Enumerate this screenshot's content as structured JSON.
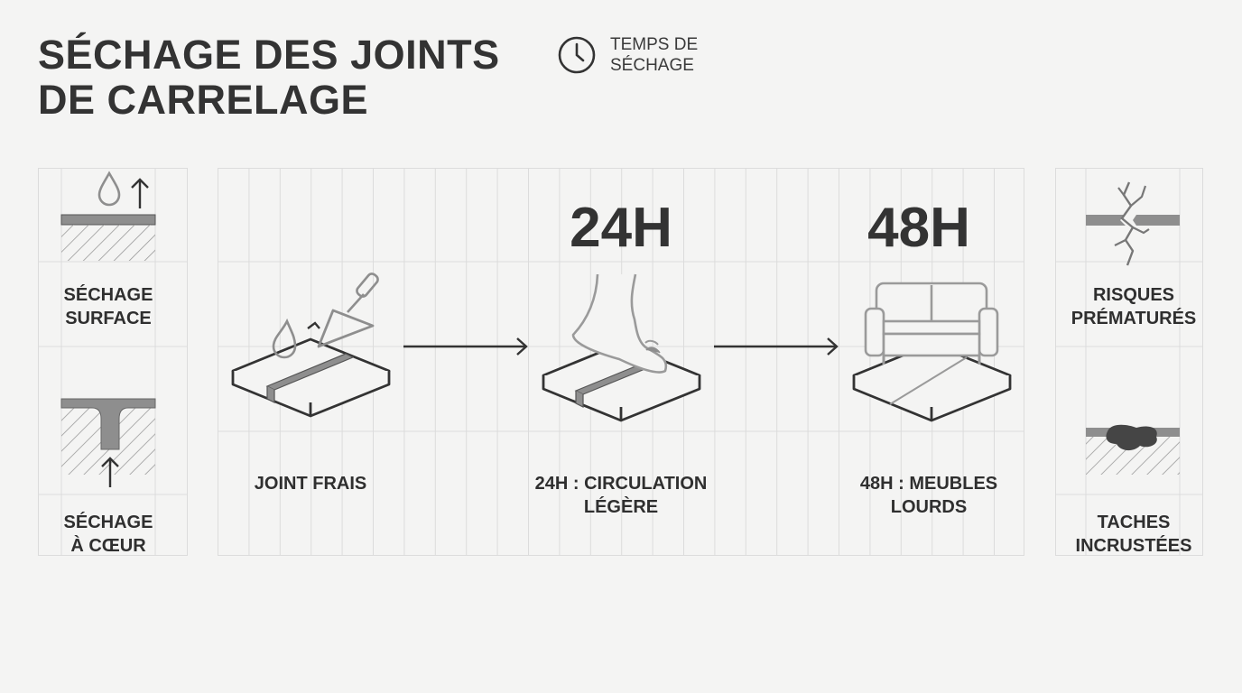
{
  "header": {
    "title_line1": "SÉCHAGE DES JOINTS",
    "title_line2": "DE CARRELAGE",
    "badge_line1": "TEMPS DE",
    "badge_line2": "SÉCHAGE",
    "badge_icon": "clock-icon"
  },
  "left_panel": {
    "surface_line1": "SÉCHAGE",
    "surface_line2": "SURFACE",
    "core_line1": "SÉCHAGE",
    "core_line2": "À CŒUR"
  },
  "timeline": {
    "steps": [
      {
        "time": "",
        "label_line1": "JOINT FRAIS",
        "label_line2": "",
        "icon": "trowel-drop-icon"
      },
      {
        "time": "24H",
        "label_line1": "24H : CIRCULATION",
        "label_line2": "LÉGÈRE",
        "icon": "foot-icon"
      },
      {
        "time": "48H",
        "label_line1": "48H : MEUBLES",
        "label_line2": "LOURDS",
        "icon": "sofa-icon"
      }
    ]
  },
  "right_panel": {
    "risk_line1": "RISQUES",
    "risk_line2": "PRÉMATURÉS",
    "stain_line1": "TACHES",
    "stain_line2": "INCRUSTÉES"
  },
  "colors": {
    "background": "#f4f4f3",
    "ink": "#333333",
    "grey_fill": "#8e8e8e",
    "grid": "#dcdcdc"
  }
}
